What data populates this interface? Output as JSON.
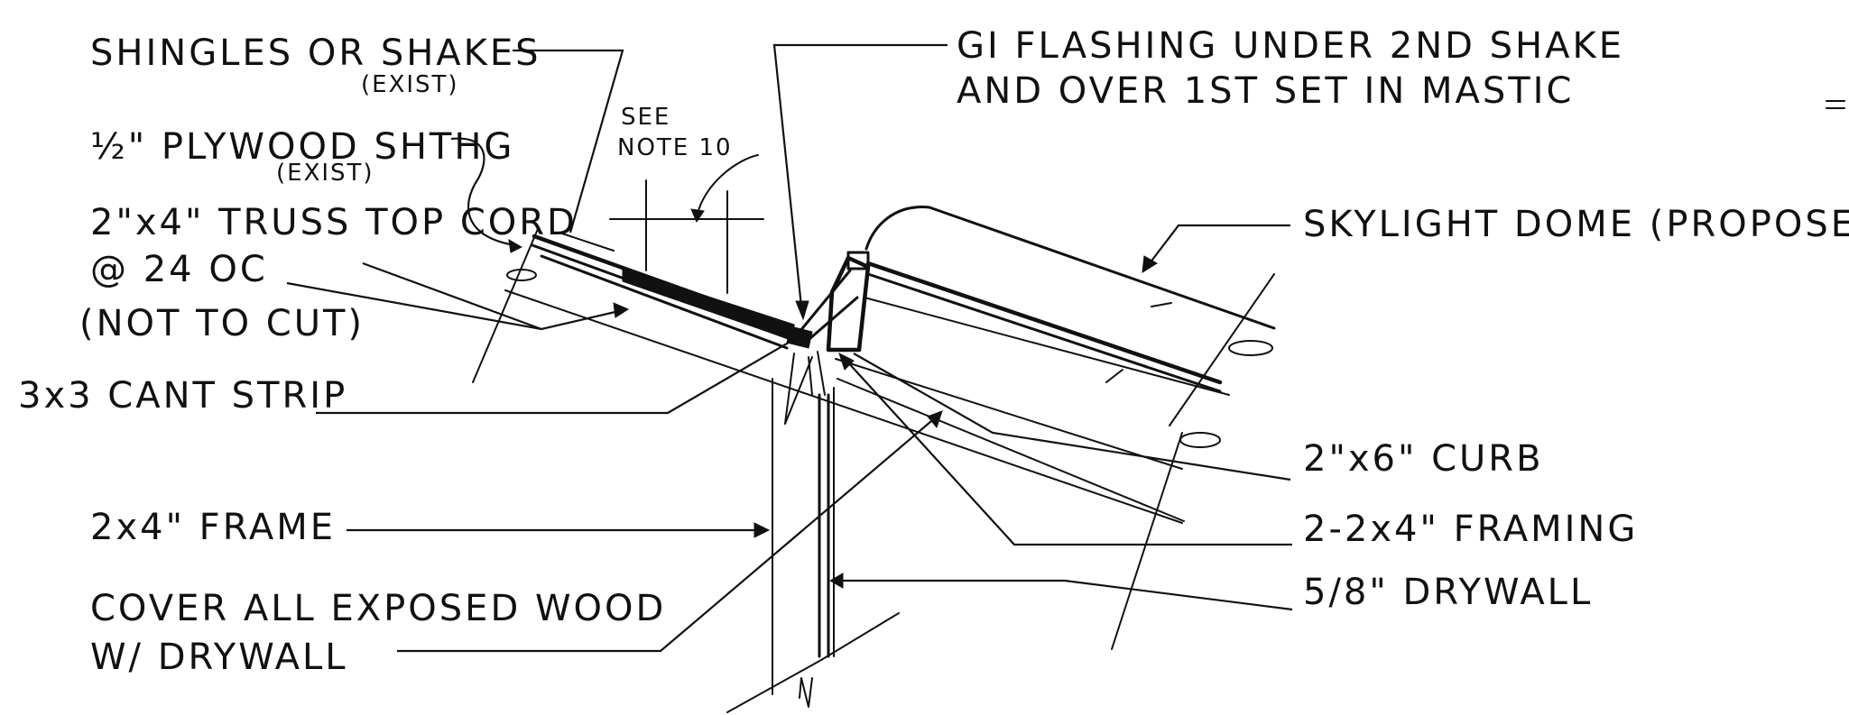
{
  "labels": {
    "shingles": "SHINGLES OR SHAKES",
    "shingles_exist": "(EXIST)",
    "plywood": "½\" PLYWOOD SHTHG",
    "plywood_exist": "(EXIST)",
    "see_note_1": "SEE",
    "see_note_2": "NOTE 10",
    "truss_1": "2\"x4\" TRUSS TOP CORD",
    "truss_2": "@ 24 OC",
    "truss_3": "(NOT TO CUT)",
    "cant_strip": "3x3 CANT STRIP",
    "frame": "2x4\" FRAME",
    "cover_1": "COVER ALL EXPOSED WOOD",
    "cover_2": "W/ DRYWALL",
    "flashing_1": "GI FLASHING UNDER 2ND SHAKE",
    "flashing_2": "AND OVER 1ST SET IN MASTIC",
    "skylight": "SKYLIGHT DOME (PROPOSED)",
    "curb": "2\"x6\" CURB",
    "framing": "2-2x4\" FRAMING",
    "drywall": "5/8\" DRYWALL"
  }
}
